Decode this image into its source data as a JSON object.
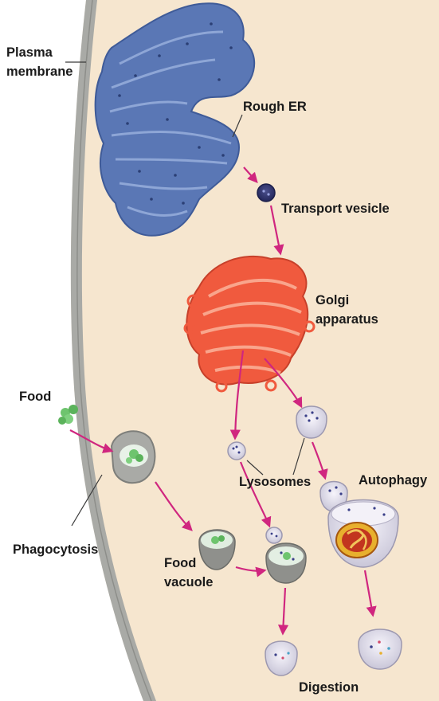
{
  "labels": {
    "plasma_membrane_line1": "Plasma",
    "plasma_membrane_line2": "membrane",
    "rough_er": "Rough ER",
    "transport_vesicle": "Transport vesicle",
    "golgi_line1": "Golgi",
    "golgi_line2": "apparatus",
    "food": "Food",
    "lysosomes": "Lysosomes",
    "autophagy": "Autophagy",
    "phagocytosis": "Phagocytosis",
    "food_vacuole_line1": "Food",
    "food_vacuole_line2": "vacuole",
    "digestion": "Digestion"
  },
  "colors": {
    "cytoplasm": "#f6e6cf",
    "extracellular": "#ffffff",
    "membrane": "#a9aaa6",
    "rough_er": "#5a77b5",
    "golgi": "#f05a3e",
    "vesicle": "#eceaf3",
    "food": "#6ec46e",
    "arrow": "#d0267f"
  }
}
